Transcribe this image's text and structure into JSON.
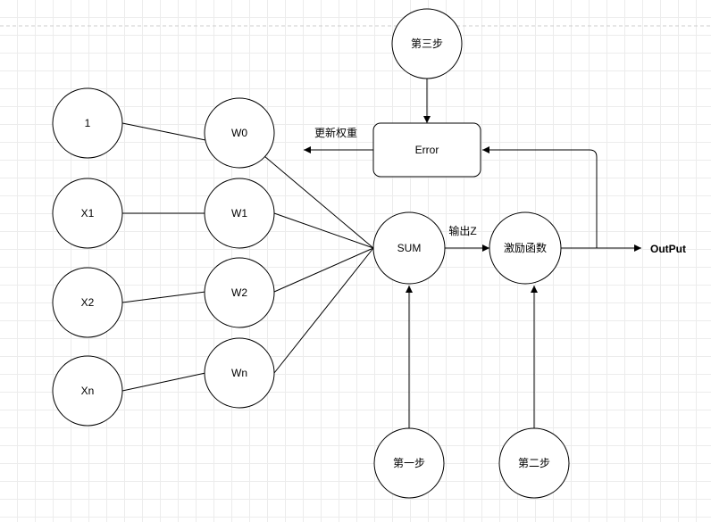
{
  "inputs": {
    "n1": "1",
    "x1": "X1",
    "x2": "X2",
    "xn": "Xn"
  },
  "weights": {
    "w0": "W0",
    "w1": "W1",
    "w2": "W2",
    "wn": "Wn"
  },
  "sum": "SUM",
  "activation": "激励函数",
  "error": "Error",
  "output": "OutPut",
  "labels": {
    "update_weights": "更新权重",
    "output_z": "输出Z"
  },
  "steps": {
    "step1": "第一步",
    "step2": "第二步",
    "step3": "第三步"
  }
}
